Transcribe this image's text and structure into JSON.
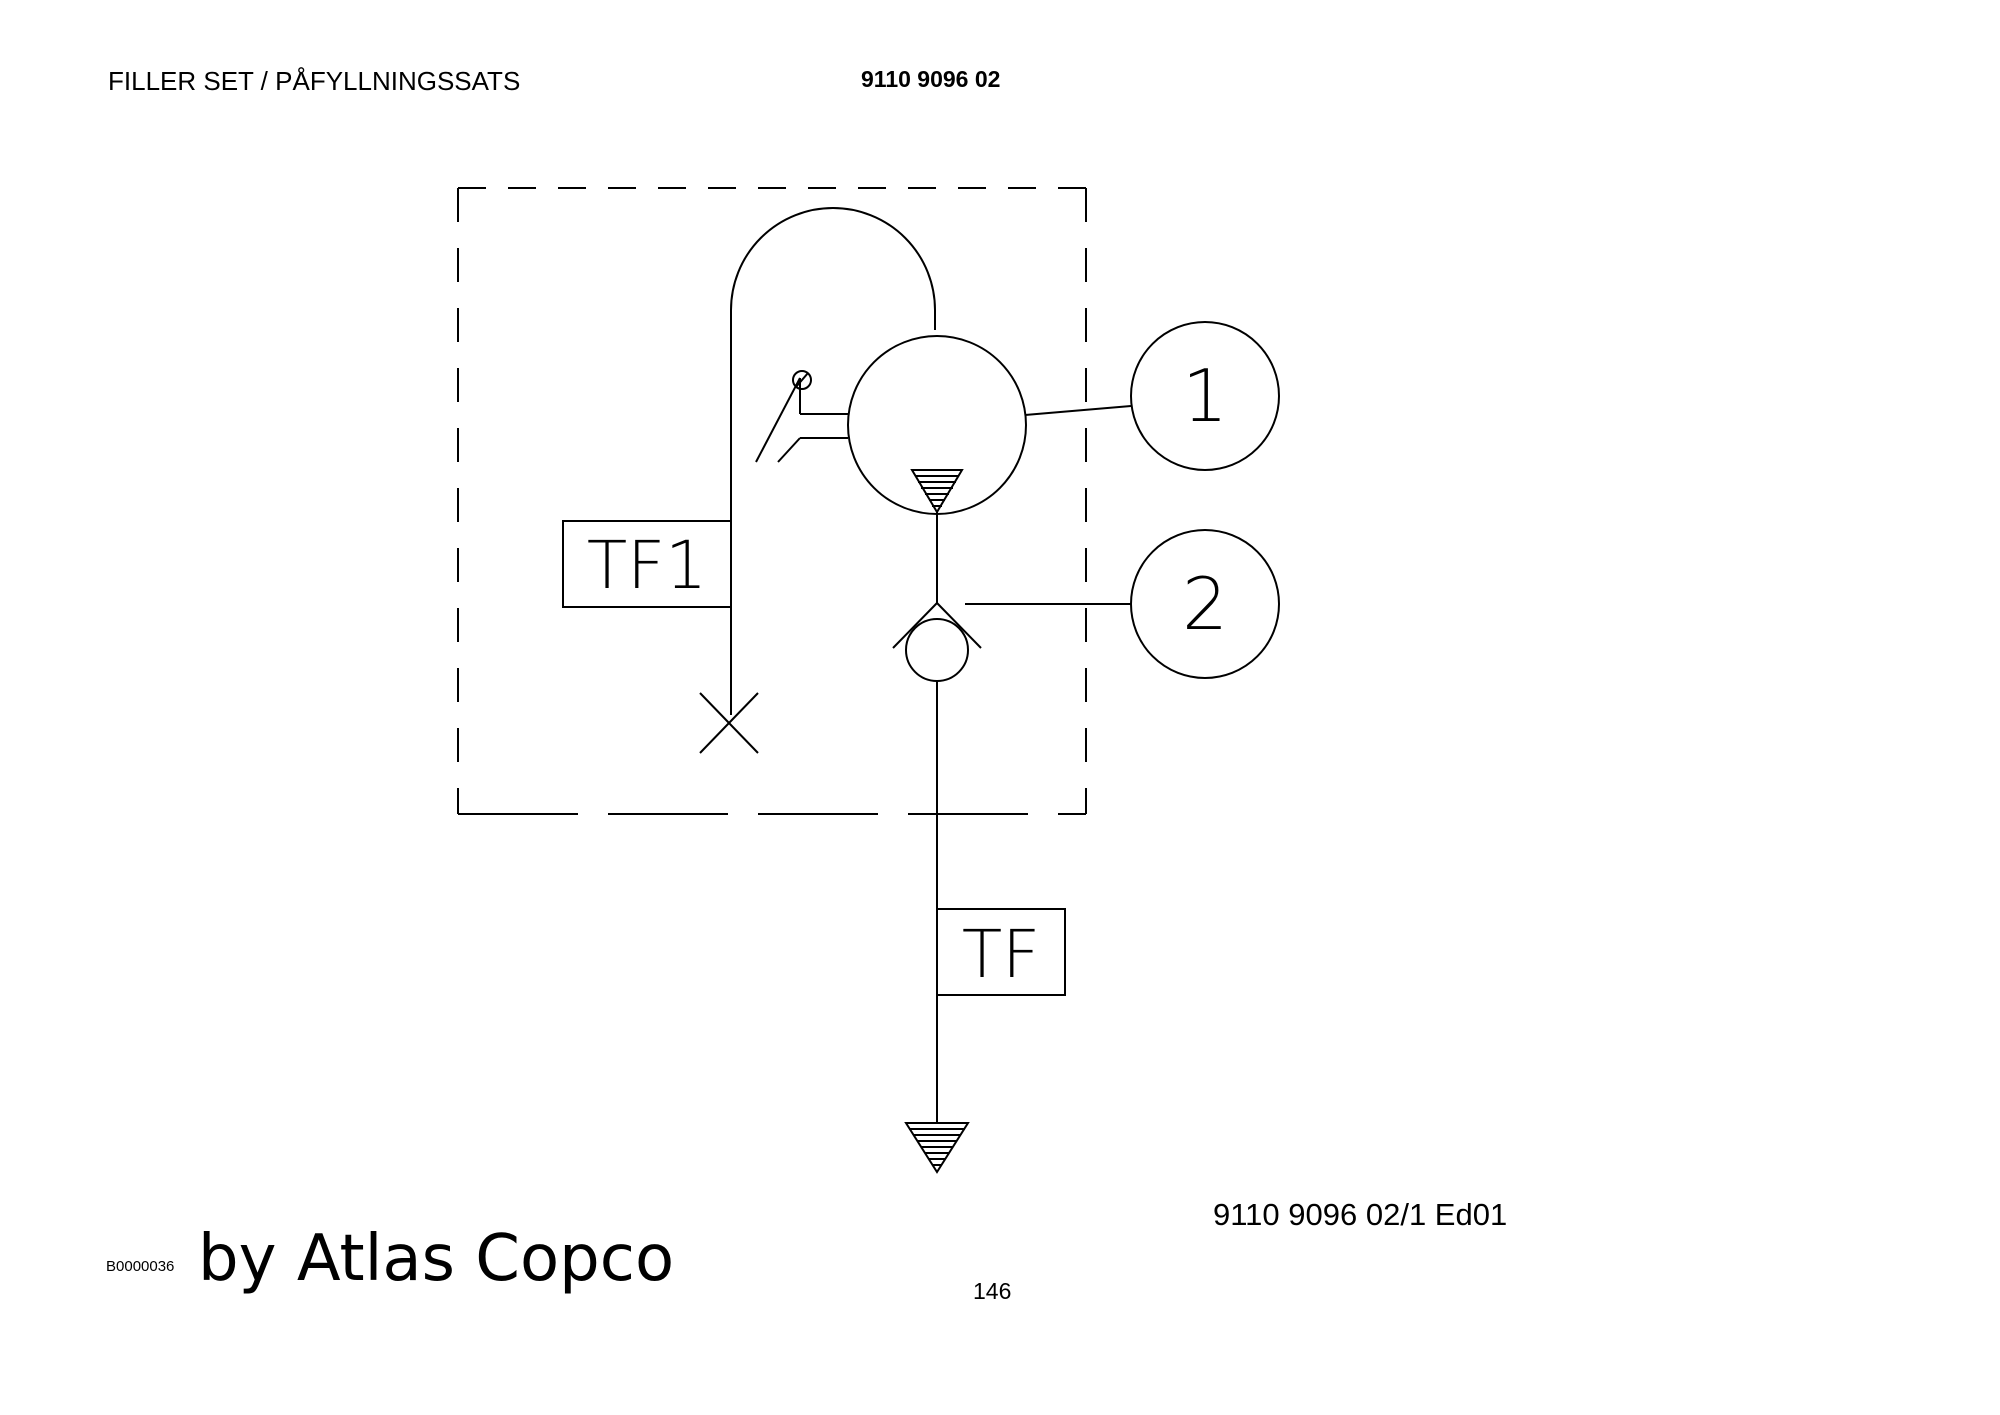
{
  "header": {
    "title": "FILLER SET / PÅFYLLNINGSSATS",
    "part_number": "9110 9096 02"
  },
  "diagram": {
    "box_labels": {
      "tf1": "TF1",
      "tf": "TF"
    },
    "callouts": [
      "1",
      "2"
    ]
  },
  "footer": {
    "doc_reference": "9110 9096 02/1  Ed01",
    "image_code": "B0000036",
    "brand": "by Atlas Copco",
    "page_number": "146"
  }
}
